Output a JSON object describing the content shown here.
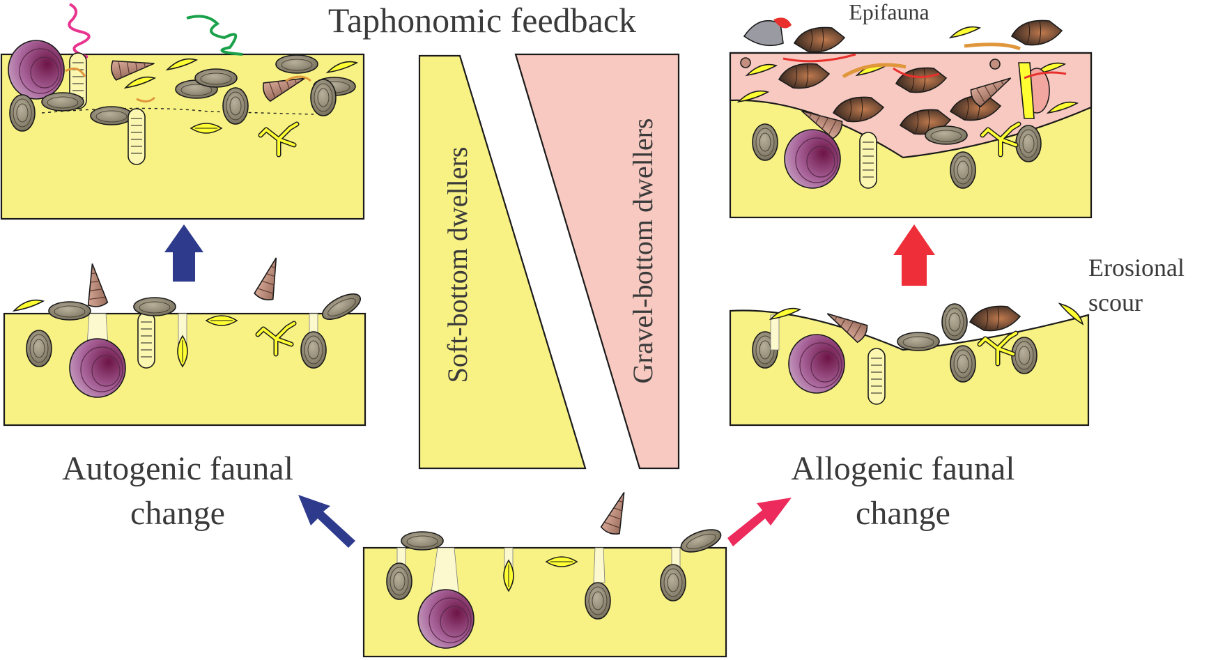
{
  "title": "Taphonomic feedback",
  "labels": {
    "epifauna": "Epifauna",
    "erosional_line1": "Erosional",
    "erosional_line2": "scour",
    "soft_bottom": "Soft-bottom dwellers",
    "gravel_bottom": "Gravel-bottom dwellers",
    "autogenic_line1": "Autogenic faunal",
    "autogenic_line2": "change",
    "allogenic_line1": "Allogenic faunal",
    "allogenic_line2": "change"
  },
  "colors": {
    "sediment": "#f8f285",
    "gravel_layer": "#f7c9c0",
    "autogenic_arrow": "#2e3a8c",
    "allogenic_arrow_up": "#ee2f3a",
    "allogenic_arrow_diag": "#ec2a5b",
    "clam_grey": "#8a8270",
    "clam_purple": "#8c3a6e",
    "turritella": "#c48f7e",
    "yellow_fauna": "#ffff33",
    "worm_pink": "#e8348f",
    "worm_green": "#1aa14a",
    "worm_orange": "#e0963a",
    "worm_red": "#e8302c"
  }
}
